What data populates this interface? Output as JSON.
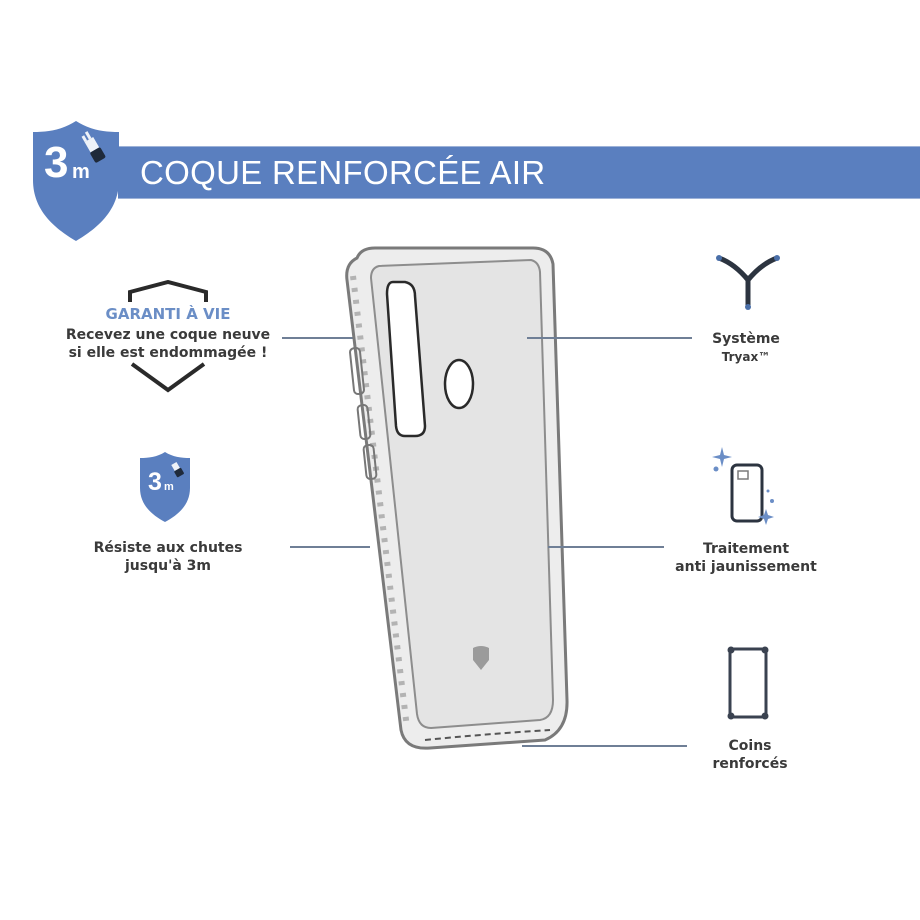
{
  "header": {
    "title": "COQUE RENFORCÉE AIR",
    "badge": {
      "number": "3",
      "unit": "m",
      "icon": "drop-shield-icon"
    }
  },
  "colors": {
    "brand_blue": "#5a7fbf",
    "text_dark": "#3a3a3a",
    "guarantee_blue": "#6b8ec6",
    "connector": "#6f7f96"
  },
  "features_left": [
    {
      "id": "guarantee",
      "icon": "hexagon-outline-icon",
      "title": "GARANTI À VIE",
      "lines": [
        "Recevez une coque neuve",
        "si elle est endommagée !"
      ]
    },
    {
      "id": "drop-resistance",
      "icon": "shield-3m-icon",
      "badge": {
        "number": "3",
        "unit": "m"
      },
      "lines": [
        "Résiste aux chutes",
        "jusqu'à 3m"
      ]
    }
  ],
  "features_right": [
    {
      "id": "tryax",
      "icon": "tryax-y-icon",
      "lines": [
        "Système",
        "Tryax™"
      ]
    },
    {
      "id": "anti-yellowing",
      "icon": "sparkling-phone-icon",
      "lines": [
        "Traitement",
        "anti jaunissement"
      ]
    },
    {
      "id": "corners",
      "icon": "reinforced-corners-icon",
      "lines": [
        "Coins",
        "renforcés"
      ]
    }
  ],
  "product": {
    "image": "clear-phone-case-back-view"
  }
}
